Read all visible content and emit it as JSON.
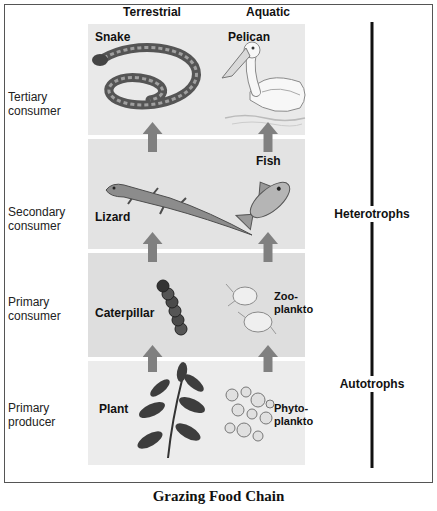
{
  "diagram": {
    "caption": "Grazing Food Chain",
    "nodes": [
      {
        "text": [
          "Tertiary consumer"
        ]
      },
      {
        "text": [
          "Snake"
        ],
        "in": 0
      },
      {
        "text": [
          "Pelican"
        ],
        "in": 0
      },
      {
        "text": [
          "Secondary consumer"
        ]
      },
      {
        "text": [
          "Lizard"
        ],
        "in": 3
      },
      {
        "text": [
          "Fish"
        ],
        "in": 3
      },
      {
        "text": [
          "Primary consumer"
        ]
      },
      {
        "text": [
          "Caterpillar"
        ],
        "in": 6
      },
      {
        "text": [
          "Zoo- plankto"
        ],
        "in": 6
      },
      {
        "text": [
          "Primary producer"
        ]
      },
      {
        "text": [
          "Plant"
        ],
        "in": 9
      },
      {
        "text": [
          "Phyto- plankto"
        ],
        "in": 9
      }
    ],
    "edges": [
      {
        "from": 10,
        "to": 7,
        "arrow": "to"
      },
      {
        "from": 7,
        "to": 4,
        "arrow": "to"
      },
      {
        "from": 4,
        "to": 1,
        "arrow": "to"
      },
      {
        "from": 11,
        "to": 8,
        "arrow": "to"
      },
      {
        "from": 8,
        "to": 5,
        "arrow": "to"
      },
      {
        "from": 5,
        "to": 2,
        "arrow": "to"
      }
    ],
    "labels": [
      "Terrestrial",
      "Aquatic",
      "Heterotrophs",
      "Autotrophs"
    ]
  }
}
